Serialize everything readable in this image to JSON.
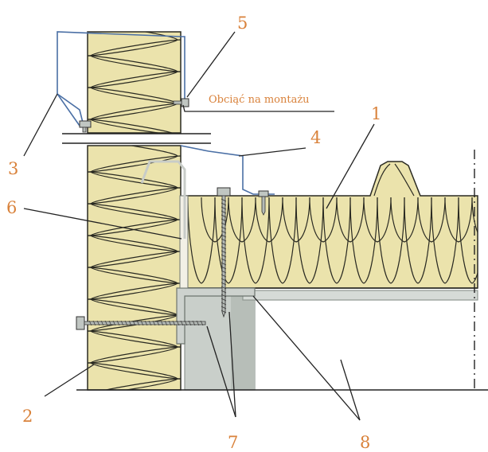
{
  "labels": {
    "n1": "1",
    "n2": "2",
    "n3": "3",
    "n4": "4",
    "n5": "5",
    "n6": "6",
    "n7": "7",
    "n8": "8",
    "note": "Obciąć na montażu"
  },
  "colors": {
    "insulation": "#ebe3ac",
    "insulation_line": "#2a2a22",
    "steel": "#c9cfca",
    "steel_dark": "#8f9791",
    "flashing": "#4a6fa5",
    "label": "#d9823b",
    "line": "#222222"
  }
}
